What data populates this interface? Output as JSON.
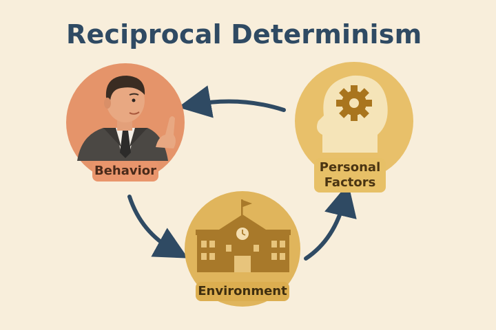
{
  "title": "Reciprocal Determinism",
  "nodes": {
    "behavior": {
      "label": "Behavior",
      "color": "#e5946a"
    },
    "personal": {
      "label_line1": "Personal",
      "label_line2": "Factors",
      "color": "#e8c06a"
    },
    "environment": {
      "label": "Environment",
      "color": "#e0b55c"
    }
  },
  "icons": {
    "behavior": "pointing-businessman-icon",
    "personal": "head-with-gear-icon",
    "environment": "school-building-icon"
  },
  "colors": {
    "arrow": "#2f4a63",
    "title": "#2f4a63",
    "background": "#f8eedb"
  }
}
